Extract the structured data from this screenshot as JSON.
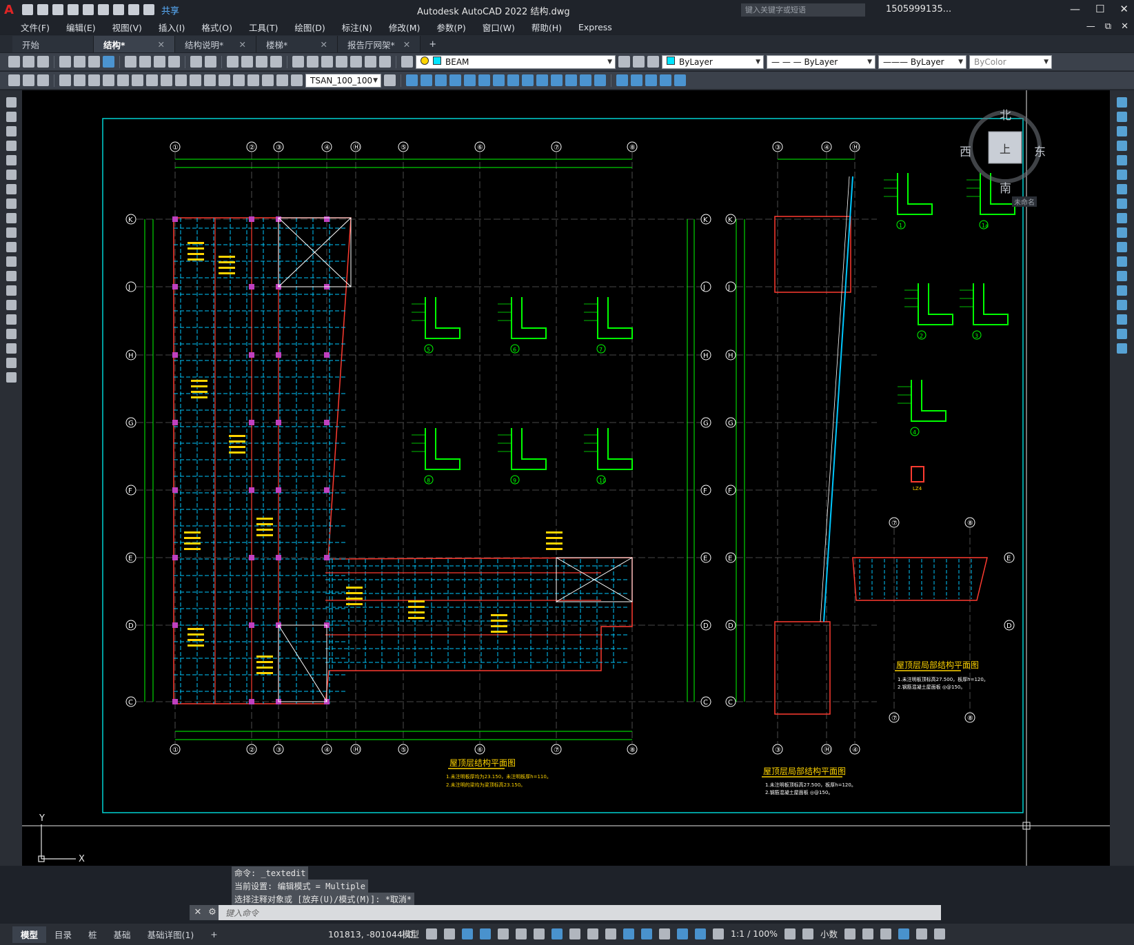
{
  "app": {
    "logo": "A",
    "title": "Autodesk AutoCAD 2022    结构.dwg",
    "share": "共享",
    "search_placeholder": "键入关键字或短语",
    "user": "1505999135...",
    "window_controls": [
      "—",
      "☐",
      "✕"
    ],
    "mdi_controls": [
      "—",
      "⧉",
      "✕"
    ]
  },
  "menu": [
    "文件(F)",
    "编辑(E)",
    "视图(V)",
    "插入(I)",
    "格式(O)",
    "工具(T)",
    "绘图(D)",
    "标注(N)",
    "修改(M)",
    "参数(P)",
    "窗口(W)",
    "帮助(H)",
    "Express"
  ],
  "tabs": [
    {
      "label": "开始",
      "active": false,
      "closable": false
    },
    {
      "label": "结构*",
      "active": true,
      "closable": true
    },
    {
      "label": "结构说明*",
      "active": false,
      "closable": true
    },
    {
      "label": "楼梯*",
      "active": false,
      "closable": true
    },
    {
      "label": "报告厅网架*",
      "active": false,
      "closable": true
    }
  ],
  "toolbar": {
    "layer": "BEAM",
    "color": "ByLayer",
    "linetype": "ByLayer",
    "lineweight": "ByLayer",
    "plotstyle": "ByColor",
    "textstyle": "TSAN_100_100"
  },
  "viewcube": {
    "north": "北",
    "south": "南",
    "east": "东",
    "west": "西",
    "top": "上",
    "wcs": "未命名"
  },
  "drawing": {
    "grid_cols_main": [
      "①",
      "②",
      "③",
      "④",
      "Ⓗ",
      "⑤",
      "⑥",
      "⑦",
      "⑧"
    ],
    "grid_rows_main": [
      "K",
      "J",
      "H",
      "G",
      "F",
      "E",
      "D",
      "C"
    ],
    "title_main": "屋顶层结构平面图",
    "notes_main": [
      "1.未注明板厚均为23.150，未注明板厚h=110。",
      "2.未注明的梁均为梁顶标高23.150。"
    ],
    "title_mid": "屋顶层局部结构平面图",
    "notes_mid": [
      "1.未注明板顶标高27.500，板厚h=120。",
      "2.钢筋混凝土屋面板 ◎@150。"
    ],
    "title_right": "屋顶层局部结构平面图",
    "notes_right": [
      "1.未注明板顶标高27.500，板厚h=120。",
      "2.钢筋混凝土屋面板 ◎@150。"
    ],
    "detail_labels": [
      "5",
      "6",
      "7",
      "8",
      "9",
      "10",
      "1",
      "1a",
      "2",
      "3",
      "4"
    ],
    "column_label": "LZ4"
  },
  "command": {
    "history": [
      "命令: _textedit",
      "当前设置: 编辑模式 = Multiple",
      "选择注释对象或 [放弃(U)/模式(M)]: *取消*"
    ],
    "placeholder": "键入命令"
  },
  "status": {
    "layouts": [
      "模型",
      "目录",
      "桩",
      "基础",
      "基础详图(1)"
    ],
    "coords": "101813, -801044, 0",
    "model": "模型",
    "scale": "1:1 / 100%",
    "units": "小数"
  },
  "colors": {
    "grid_line": "#ffffff",
    "axis": "#00ff00",
    "beam": "#00c8ff",
    "wall": "#ff3b30",
    "text": "#ffd400",
    "frame": "#00d2d2",
    "column": "#c040c0"
  }
}
